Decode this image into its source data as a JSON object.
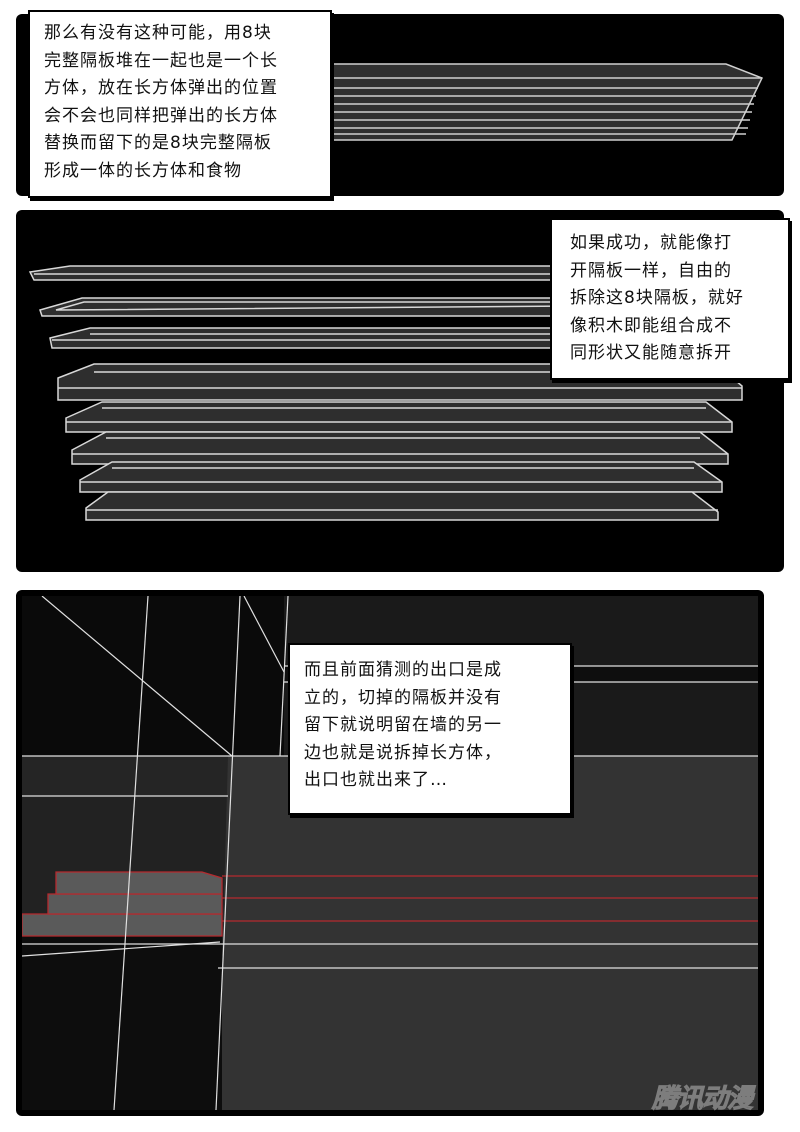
{
  "page": {
    "type": "manga-page",
    "background": "#ffffff",
    "panel_color": "#000000",
    "wireframe_color": "#d8d8d8",
    "highlight_color": "#b52a2e"
  },
  "panels": [
    {
      "id": "panel-1",
      "scene": "eight stacked partition planks forming one cuboid",
      "bubble": {
        "lines": [
          "那么有没有这种可能，用8块",
          "完整隔板堆在一起也是一个长",
          "方体，放在长方体弹出的位置",
          "会不会也同样把弹出的长方体",
          "替换而留下的是8块完整隔板",
          "形成一体的长方体和食物"
        ]
      }
    },
    {
      "id": "panel-2",
      "scene": "eight separated partition frames exploded vertically",
      "bubble": {
        "lines": [
          "如果成功，就能像打",
          "开隔板一样，自由的",
          "拆除这8块隔板，就好",
          "像积木即能组合成不",
          "同形状又能随意拆开"
        ]
      }
    },
    {
      "id": "panel-3",
      "scene": "wall wireframe with red-outlined stepped cuboids",
      "bubble": {
        "lines": [
          "而且前面猜测的出口是成",
          "立的，切掉的隔板并没有",
          "留下就说明留在墙的另一",
          "边也就是说拆掉长方体，",
          "出口也就出来了…"
        ]
      }
    }
  ],
  "watermark": {
    "text": "腾讯动漫"
  }
}
